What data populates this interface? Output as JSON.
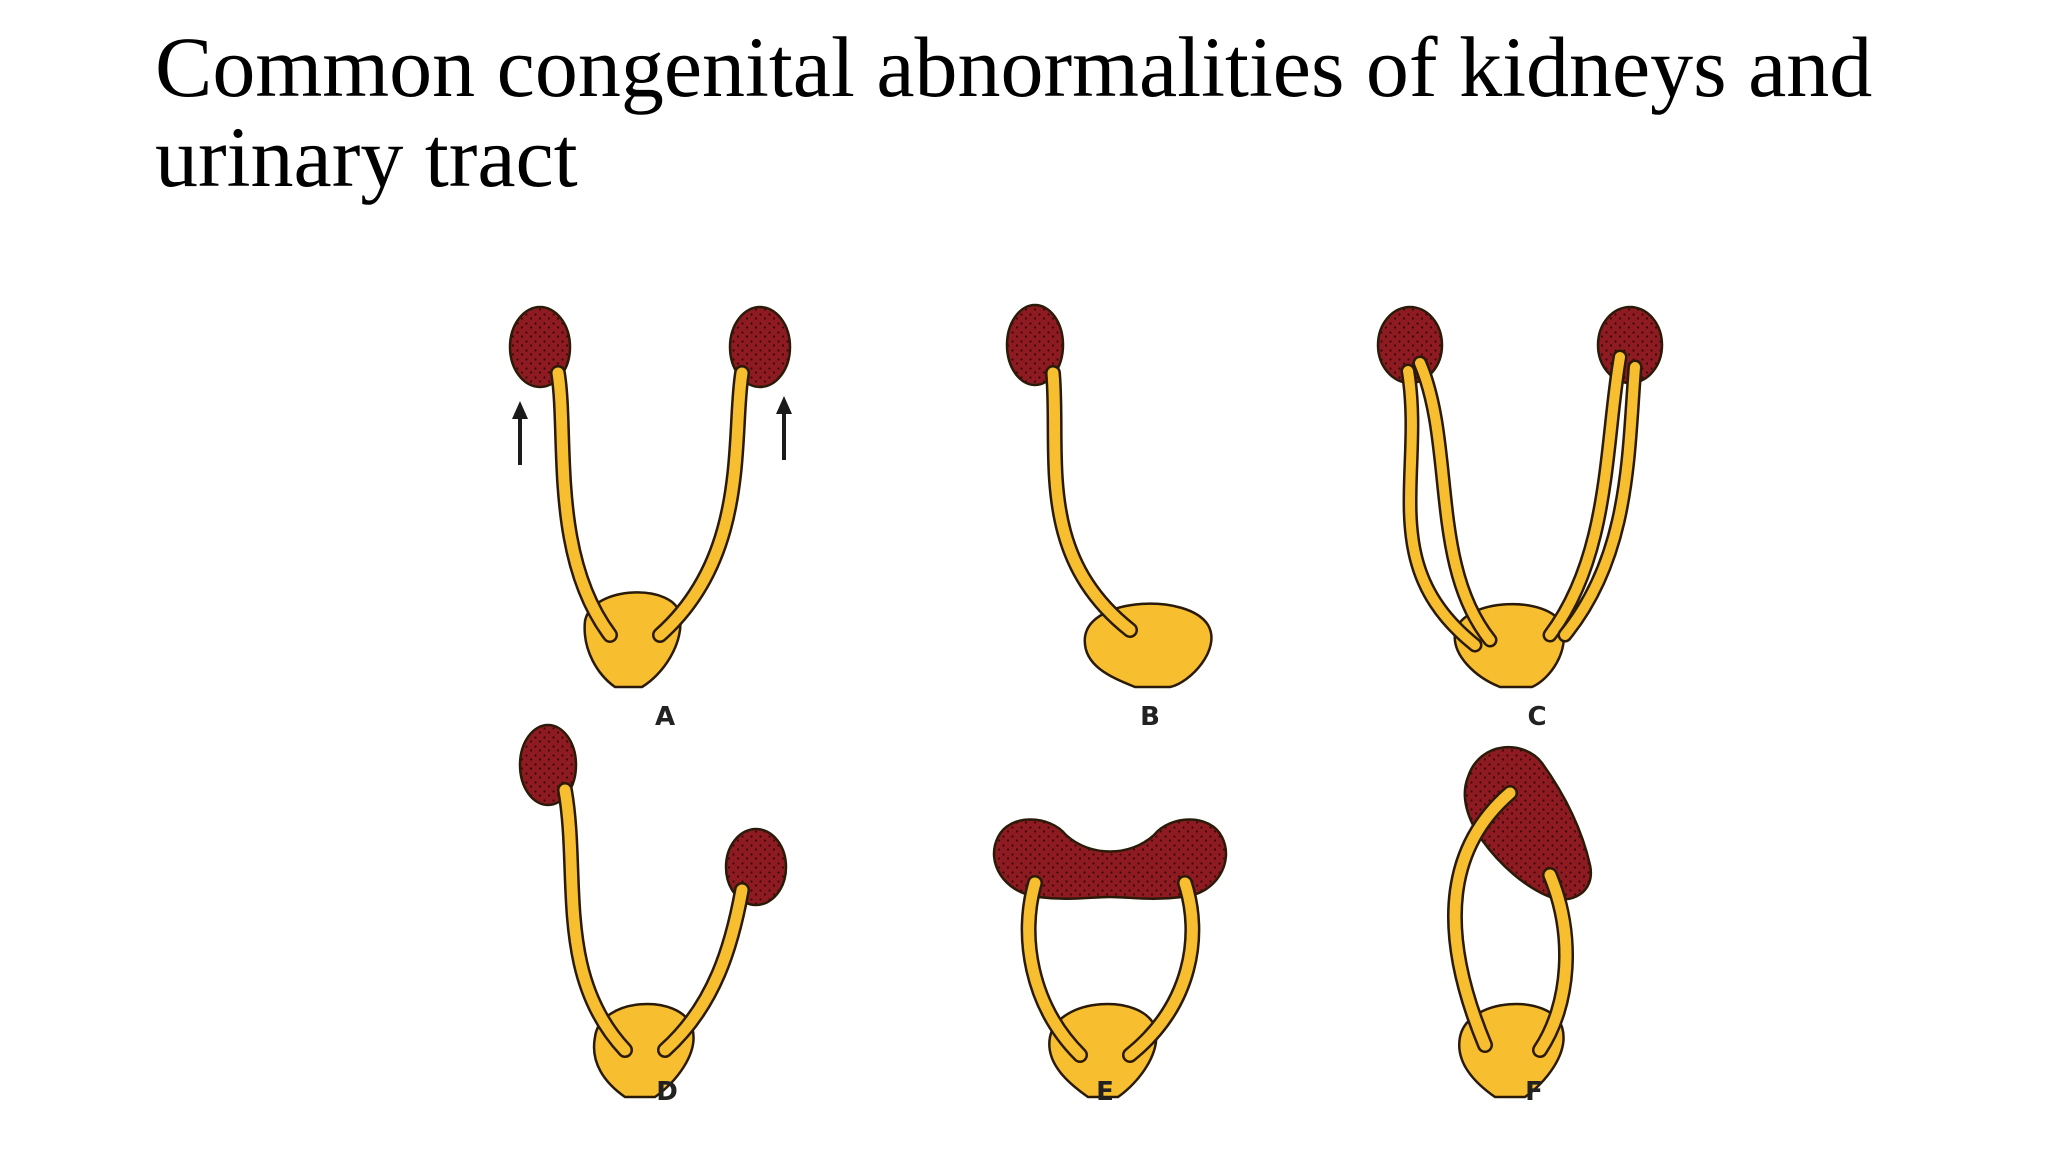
{
  "slide": {
    "title": "Common congenital abnormalities of kidneys and urinary tract"
  },
  "figure": {
    "panels": [
      {
        "id": "A",
        "label": "A"
      },
      {
        "id": "B",
        "label": "B"
      },
      {
        "id": "C",
        "label": "C"
      },
      {
        "id": "D",
        "label": "D"
      },
      {
        "id": "E",
        "label": "E"
      },
      {
        "id": "F",
        "label": "F"
      }
    ],
    "colors": {
      "kidney": "#8e1b22",
      "kidney_dots": "#3a0708",
      "ureter_bladder": "#f7be2f",
      "outline": "#2a1a08",
      "arrow": "#1a1a1a"
    }
  }
}
